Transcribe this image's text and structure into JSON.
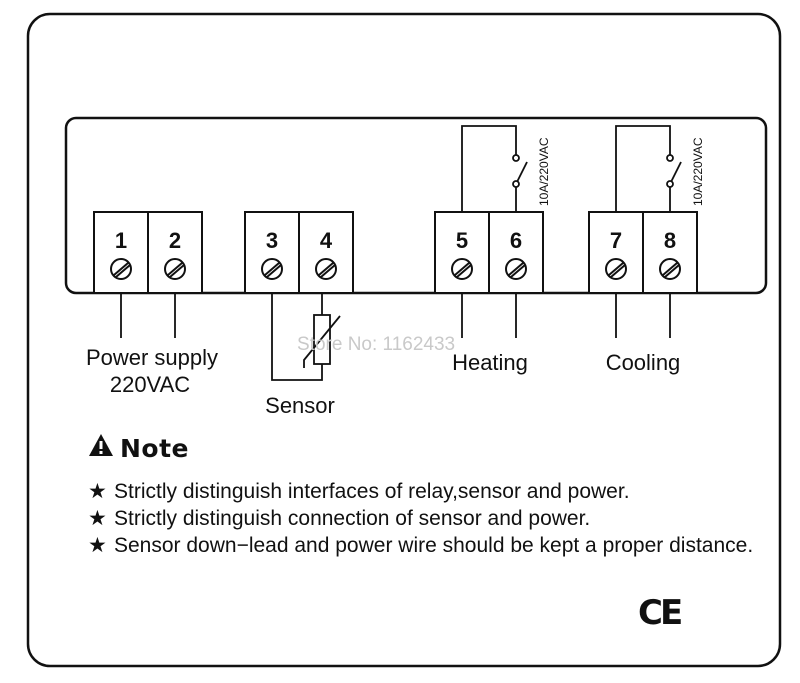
{
  "terminals": [
    {
      "number": "1"
    },
    {
      "number": "2"
    },
    {
      "number": "3"
    },
    {
      "number": "4"
    },
    {
      "number": "5"
    },
    {
      "number": "6"
    },
    {
      "number": "7"
    },
    {
      "number": "8"
    }
  ],
  "labels": {
    "power_line1": "Power supply",
    "power_line2": "220VAC",
    "sensor": "Sensor",
    "heating": "Heating",
    "cooling": "Cooling"
  },
  "relay_rating_heating": "10A/220VAC",
  "relay_rating_cooling": "10A/220VAC",
  "watermark": "Store No: 1162433",
  "note": {
    "title": "Note",
    "warning_icon": "warning-triangle-icon",
    "bullet_icon": "star-icon",
    "items": [
      "Strictly distinguish interfaces of relay,sensor and power.",
      "Strictly distinguish connection of sensor and power.",
      "Sensor down−lead and power wire should be kept a proper distance."
    ]
  },
  "certification": "CE",
  "colors": {
    "line": "#111111",
    "watermark": "#c9c9c9",
    "background": "#ffffff"
  }
}
